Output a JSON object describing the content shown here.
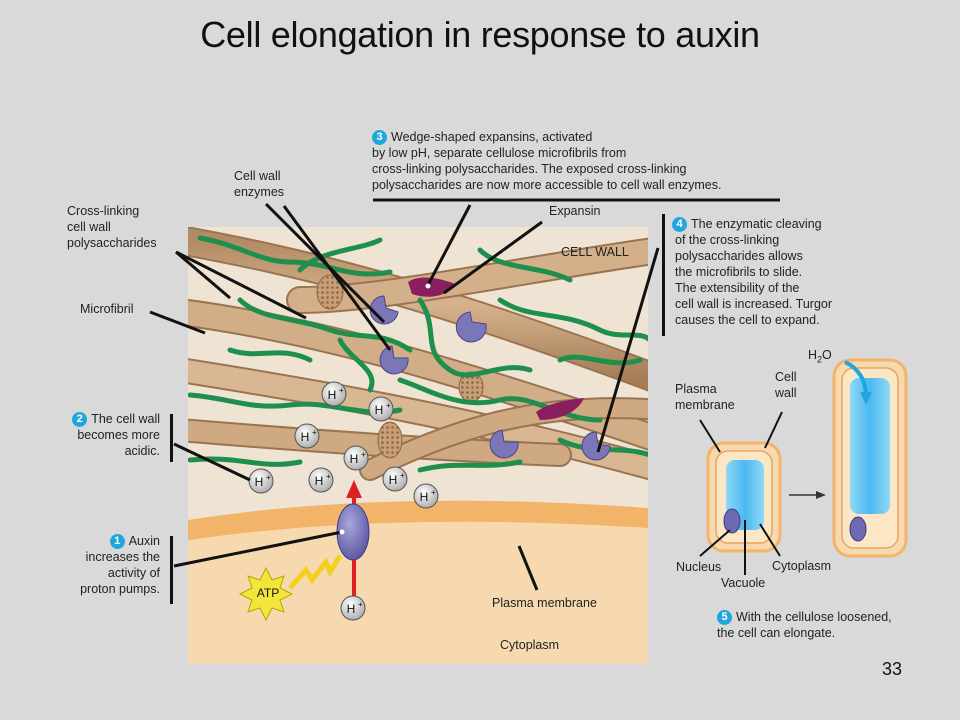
{
  "slide": {
    "title": "Cell elongation in response to auxin",
    "page_number": "33"
  },
  "labels": {
    "cross_linking": [
      "Cross-linking",
      "cell wall",
      "polysaccharides"
    ],
    "cell_wall_enzymes": [
      "Cell wall",
      "enzymes"
    ],
    "microfibril": "Microfibril",
    "expansin": "Expansin",
    "cell_wall_region": "CELL WALL",
    "plasma_membrane": "Plasma membrane",
    "cytoplasm": "Cytoplasm",
    "atp": "ATP",
    "proton": "H",
    "proton_charge": "+"
  },
  "steps": [
    {
      "num": "1",
      "lines": [
        "Auxin",
        "increases the",
        "activity of",
        "proton pumps."
      ]
    },
    {
      "num": "2",
      "lines": [
        "The cell wall",
        "becomes more",
        "acidic."
      ]
    },
    {
      "num": "3",
      "lines": [
        "Wedge-shaped expansins, activated",
        "by low pH, separate cellulose microfibrils from",
        "cross-linking polysaccharides. The exposed cross-linking",
        "polysaccharides are now more accessible to cell wall enzymes."
      ]
    },
    {
      "num": "4",
      "lines": [
        "The enzymatic cleaving",
        "of the cross-linking",
        "polysaccharides allows",
        "the microfibrils to slide.",
        "The extensibility of the",
        "cell wall is increased. Turgor",
        "causes the cell to expand."
      ]
    },
    {
      "num": "5",
      "lines": [
        "With the cellulose loosened,",
        "the cell can elongate."
      ]
    }
  ],
  "elongation": {
    "water": {
      "h": "H",
      "sub": "2",
      "o": "O"
    },
    "plasma_membrane": [
      "Plasma",
      "membrane"
    ],
    "cell_wall": [
      "Cell",
      "wall"
    ],
    "nucleus": "Nucleus",
    "vacuole": "Vacuole",
    "cytoplasm": "Cytoplasm"
  },
  "colors": {
    "background": "#d9d9d9",
    "wall_background": "#efe3d3",
    "microfibril": "#c9a47e",
    "cross_link": "#1e8f4c",
    "enzyme": "#7b76b8",
    "expansin": "#8a1f5f",
    "vacuole": "#5bc6f2",
    "step_badge": "#1fa6dc",
    "proton_pump_arrow": "#e02020"
  }
}
